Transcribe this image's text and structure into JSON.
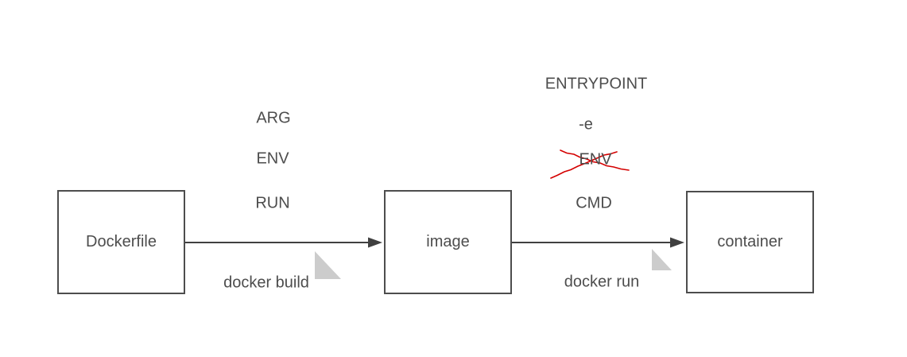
{
  "diagram": {
    "nodes": [
      {
        "label": "Dockerfile"
      },
      {
        "label": "image"
      },
      {
        "label": "container"
      }
    ],
    "build_step": {
      "command": "docker build",
      "instructions": [
        "ARG",
        "ENV",
        "RUN"
      ]
    },
    "run_step": {
      "command": "docker run",
      "instructions": [
        "ENTRYPOINT",
        "-e",
        "ENV",
        "CMD"
      ],
      "crossed_out_instruction": "ENV"
    },
    "colors": {
      "background": "#ffffff",
      "box_border": "#4d4d4d",
      "text": "#4d4d4d",
      "arrow": "#404040",
      "strikethrough": "#d40000",
      "triangle_marker": "#cccccc"
    }
  }
}
